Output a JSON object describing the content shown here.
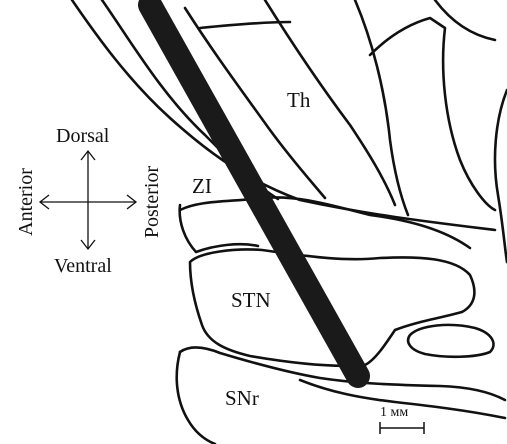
{
  "colors": {
    "line": "#111111",
    "electrode": "#1a1a1a",
    "background": "#ffffff"
  },
  "regions": {
    "th": "Th",
    "zi": "ZI",
    "stn": "STN",
    "snr": "SNr"
  },
  "orientation": {
    "dorsal": "Dorsal",
    "ventral": "Ventral",
    "anterior": "Anterior",
    "posterior": "Posterior"
  },
  "scale_bar": {
    "label": "1 мм"
  }
}
